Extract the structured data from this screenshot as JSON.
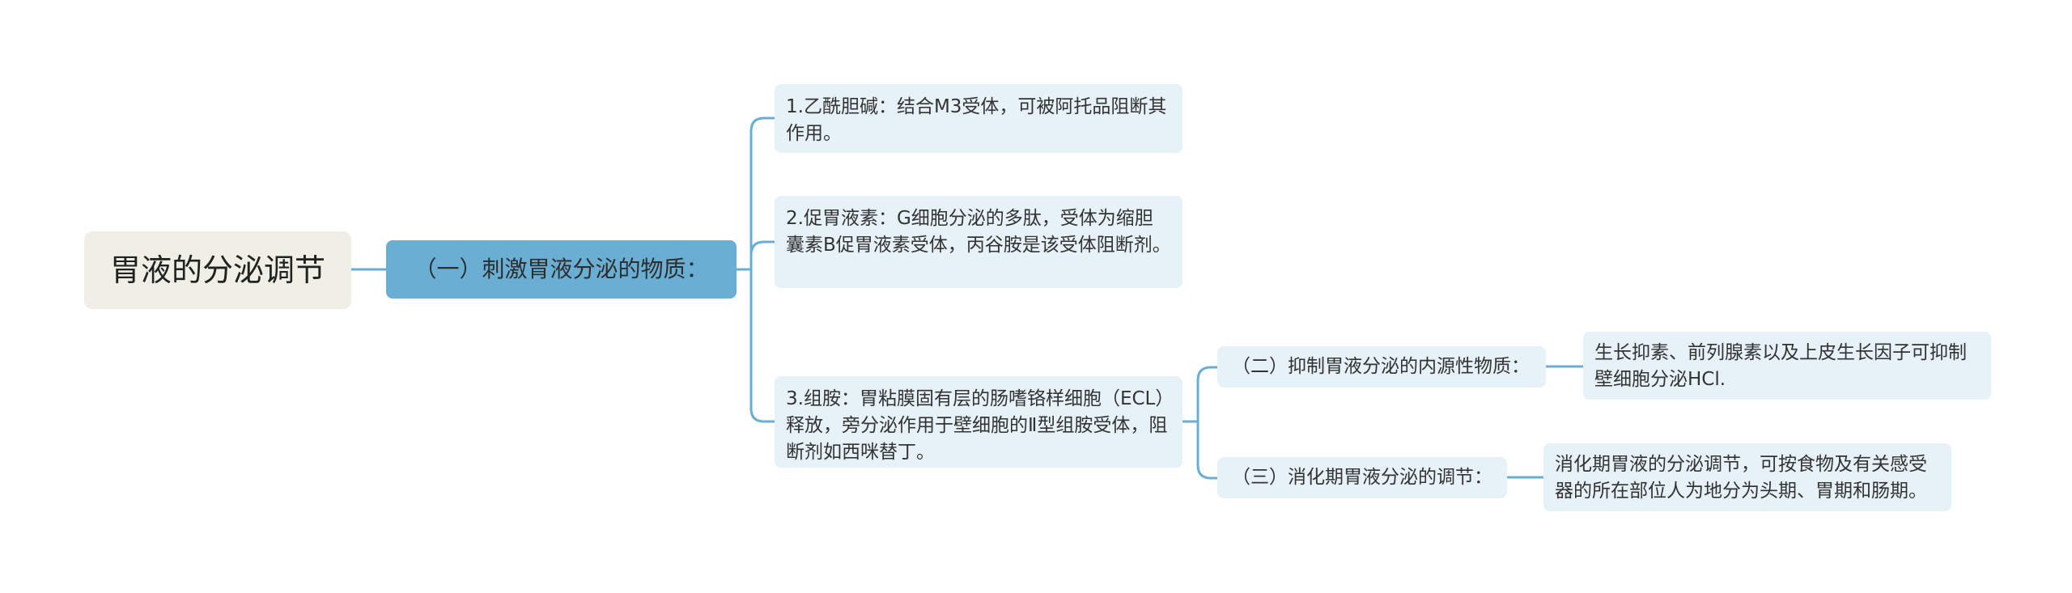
{
  "mindmap": {
    "root": "胃液的分泌调节",
    "branch1": "（一）刺激胃液分泌的物质：",
    "items": [
      "1.乙酰胆碱：结合M3受体，可被阿托品阻断其作用。",
      "2.促胃液素：G细胞分泌的多肽，受体为缩胆囊素B促胃液素受体，丙谷胺是该受体阻断剂。",
      "3.组胺：胃粘膜固有层的肠嗜铬样细胞（ECL）释放，旁分泌作用于壁细胞的Ⅱ型组胺受体，阻断剂如西咪替丁。"
    ],
    "branch2": "（二）抑制胃液分泌的内源性物质：",
    "branch2_detail": "生长抑素、前列腺素以及上皮生长因子可抑制壁细胞分泌HCl.",
    "branch3": "（三）消化期胃液分泌的调节：",
    "branch3_detail": "消化期胃液的分泌调节，可按食物及有关感受器的所在部位人为地分为头期、胃期和肠期。"
  },
  "colors": {
    "root_bg": "#efefe6",
    "branch_bg": "#6aafd3",
    "leaf_bg": "#e6f1f8",
    "line": "#6aafd3"
  }
}
